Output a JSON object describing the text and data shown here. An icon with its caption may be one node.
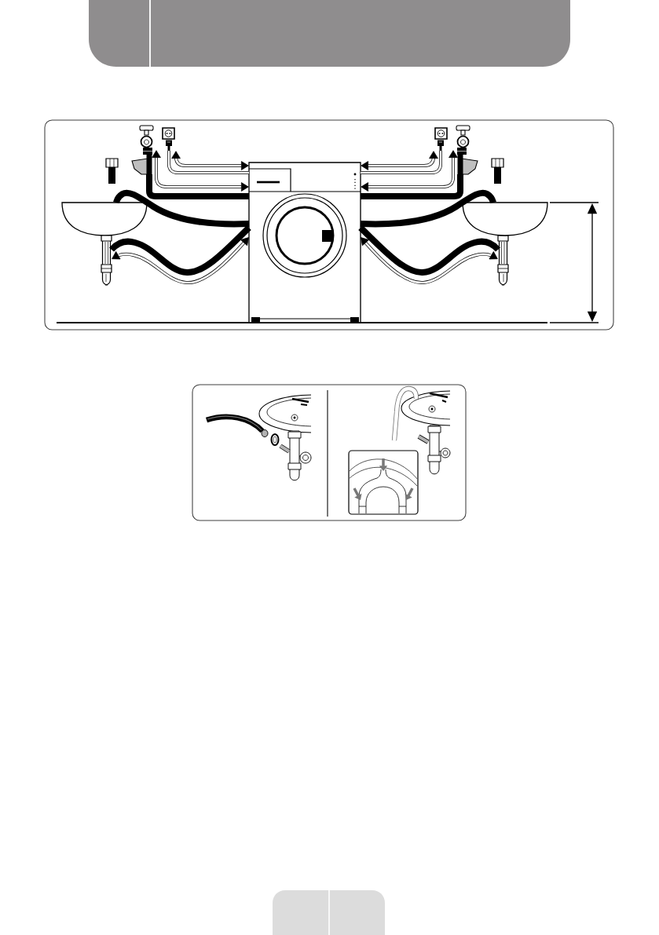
{
  "diagram": {
    "nodes": [
      {
        "text": [],
        "shape": "bowl"
      },
      {
        "text": [],
        "shape": "picture"
      },
      {
        "text": [],
        "shape": "picture"
      },
      {
        "text": [],
        "shape": "picture"
      },
      {
        "text": [],
        "shape": "picture"
      },
      {
        "text": [],
        "shape": "picture"
      },
      {
        "text": [],
        "shape": "picture"
      },
      {
        "text": [],
        "shape": "picture"
      },
      {
        "text": [],
        "shape": "bowl"
      }
    ],
    "edges": [
      {
        "from": 2,
        "to": 4,
        "arrow": "both"
      },
      {
        "from": 3,
        "to": 4,
        "arrow": "both"
      },
      {
        "from": 3,
        "to": 4,
        "arrow": "none"
      },
      {
        "from": 2,
        "to": 4,
        "arrow": "none",
        "style": "thick"
      },
      {
        "from": 4,
        "to": 0,
        "arrow": "none",
        "style": "thick"
      },
      {
        "from": 4,
        "to": 1,
        "arrow": "none",
        "style": "thick"
      },
      {
        "from": 4,
        "to": 1,
        "arrow": "both"
      },
      {
        "from": 4,
        "to": 5,
        "arrow": "both"
      },
      {
        "from": 4,
        "to": 6,
        "arrow": "both"
      },
      {
        "from": 4,
        "to": 5,
        "arrow": "none"
      },
      {
        "from": 4,
        "to": 6,
        "arrow": "none",
        "style": "thick"
      },
      {
        "from": 4,
        "to": 8,
        "arrow": "none",
        "style": "thick"
      },
      {
        "from": 4,
        "to": 7,
        "arrow": "none",
        "style": "thick"
      },
      {
        "from": 4,
        "to": 7,
        "arrow": "both"
      }
    ]
  }
}
